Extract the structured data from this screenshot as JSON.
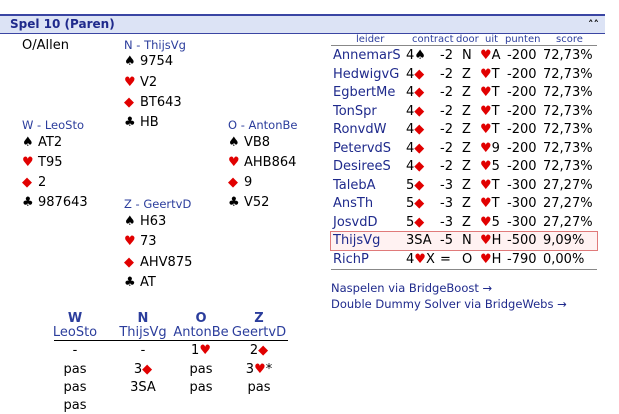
{
  "header": {
    "title": "Spel 10 (Paren)",
    "collapse_icon": "double-chevron-up-icon"
  },
  "board": {
    "vulnerability": "O/Allen",
    "north": {
      "player": "N - ThijsVg",
      "spades": "9754",
      "hearts": "V2",
      "diamonds": "BT643",
      "clubs": "HB"
    },
    "west": {
      "player": "W - LeoSto",
      "spades": "AT2",
      "hearts": "T95",
      "diamonds": "2",
      "clubs": "987643"
    },
    "east": {
      "player": "O - AntonBe",
      "spades": "VB8",
      "hearts": "AHB864",
      "diamonds": "9",
      "clubs": "V52"
    },
    "south": {
      "player": "Z - GeertvD",
      "spades": "H63",
      "hearts": "73",
      "diamonds": "AHV875",
      "clubs": "AT"
    }
  },
  "suits": {
    "spade": "♠",
    "heart": "♥",
    "diamond": "◆",
    "club": "♣"
  },
  "colors": {
    "red": "#e10000",
    "accent": "#2b3d9c",
    "highlight_border": "#e07a7a"
  },
  "bidding": {
    "headers": [
      {
        "letter": "W",
        "name": "LeoSto"
      },
      {
        "letter": "N",
        "name": "ThijsVg"
      },
      {
        "letter": "O",
        "name": "AntonBe"
      },
      {
        "letter": "Z",
        "name": "GeertvD"
      }
    ],
    "rows": [
      [
        {
          "t": "-"
        },
        {
          "t": "-"
        },
        {
          "t": "1",
          "s": "heart"
        },
        {
          "t": "2",
          "s": "diamond"
        }
      ],
      [
        {
          "t": "pas"
        },
        {
          "t": "3",
          "s": "diamond"
        },
        {
          "t": "pas"
        },
        {
          "t": "3",
          "s": "heart",
          "x": "*"
        }
      ],
      [
        {
          "t": "pas"
        },
        {
          "t": "3SA"
        },
        {
          "t": "pas"
        },
        {
          "t": "pas"
        }
      ],
      [
        {
          "t": "pas"
        }
      ]
    ]
  },
  "results": {
    "headers": {
      "leader": "leider",
      "contract": "contract",
      "door": "door",
      "uit": "uit",
      "punten": "punten",
      "score": "score"
    },
    "rows": [
      {
        "name": "AnnemarS",
        "level": "4",
        "suit": "spade",
        "extra": "",
        "result": "-2",
        "by": "N",
        "lead_suit": "heart",
        "lead": "A",
        "points": "-200",
        "score": "72,73%"
      },
      {
        "name": "HedwigvG",
        "level": "4",
        "suit": "diamond",
        "extra": "",
        "result": "-2",
        "by": "Z",
        "lead_suit": "heart",
        "lead": "T",
        "points": "-200",
        "score": "72,73%"
      },
      {
        "name": "EgbertMe",
        "level": "4",
        "suit": "diamond",
        "extra": "",
        "result": "-2",
        "by": "Z",
        "lead_suit": "heart",
        "lead": "T",
        "points": "-200",
        "score": "72,73%"
      },
      {
        "name": "TonSpr",
        "level": "4",
        "suit": "diamond",
        "extra": "",
        "result": "-2",
        "by": "Z",
        "lead_suit": "heart",
        "lead": "T",
        "points": "-200",
        "score": "72,73%"
      },
      {
        "name": "RonvdW",
        "level": "4",
        "suit": "diamond",
        "extra": "",
        "result": "-2",
        "by": "Z",
        "lead_suit": "heart",
        "lead": "T",
        "points": "-200",
        "score": "72,73%"
      },
      {
        "name": "PetervdS",
        "level": "4",
        "suit": "diamond",
        "extra": "",
        "result": "-2",
        "by": "Z",
        "lead_suit": "heart",
        "lead": "9",
        "points": "-200",
        "score": "72,73%"
      },
      {
        "name": "DesireeS",
        "level": "4",
        "suit": "diamond",
        "extra": "",
        "result": "-2",
        "by": "Z",
        "lead_suit": "heart",
        "lead": "5",
        "points": "-200",
        "score": "72,73%"
      },
      {
        "name": "TalebA",
        "level": "5",
        "suit": "diamond",
        "extra": "",
        "result": "-3",
        "by": "Z",
        "lead_suit": "heart",
        "lead": "T",
        "points": "-300",
        "score": "27,27%"
      },
      {
        "name": "AnsTh",
        "level": "5",
        "suit": "diamond",
        "extra": "",
        "result": "-3",
        "by": "Z",
        "lead_suit": "heart",
        "lead": "T",
        "points": "-300",
        "score": "27,27%"
      },
      {
        "name": "JosvdD",
        "level": "5",
        "suit": "diamond",
        "extra": "",
        "result": "-3",
        "by": "Z",
        "lead_suit": "heart",
        "lead": "5",
        "points": "-300",
        "score": "27,27%"
      },
      {
        "name": "ThijsVg",
        "level": "3SA",
        "suit": "",
        "extra": "",
        "result": "-5",
        "by": "N",
        "lead_suit": "heart",
        "lead": "H",
        "points": "-500",
        "score": "9,09%",
        "highlight": true
      },
      {
        "name": "RichP",
        "level": "4",
        "suit": "heart",
        "extra": "X",
        "result": "=",
        "by": "O",
        "lead_suit": "heart",
        "lead": "H",
        "points": "-790",
        "score": "0,00%"
      }
    ]
  },
  "links": {
    "naspelen": "Naspelen via BridgeBoost →",
    "dds": "Double Dummy Solver via BridgeWebs →"
  }
}
